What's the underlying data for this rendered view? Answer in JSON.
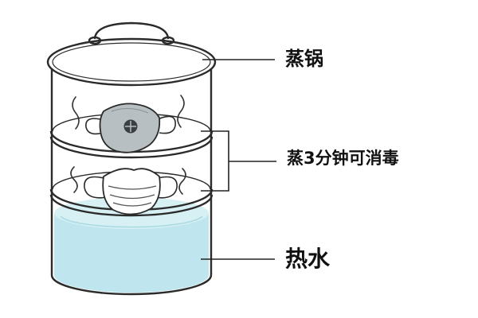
{
  "labels": {
    "steamer": "蒸锅",
    "steam_time": "蒸3分钟可消毒",
    "hot_water": "热水"
  },
  "colors": {
    "outline": "#2b2b2b",
    "water_fill": "#bfe6ee",
    "water_top": "#d7f0f4",
    "mask_gray": "#b8bfc2",
    "mask_white": "#ffffff",
    "valve_dark": "#3a3f42",
    "leader_line": "#222222"
  },
  "icons": {
    "lid": "steamer-lid-icon",
    "handle": "lid-handle-icon",
    "upper_mask": "n95-mask-with-valve-icon",
    "lower_mask": "surgical-mask-icon",
    "steam": "steam-wisp-icon",
    "water": "hot-water-icon"
  }
}
